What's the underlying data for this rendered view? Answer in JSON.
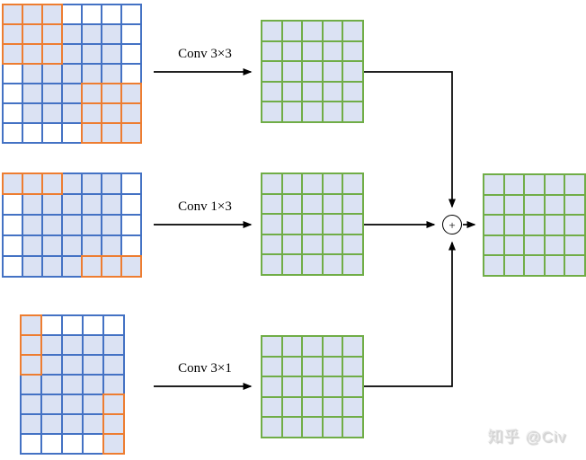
{
  "colors": {
    "blue_border": "#4472c4",
    "orange_highlight": "#ed7d31",
    "green_border": "#70ad47",
    "cell_fill": "#dbe2f3",
    "white_fill": "#ffffff",
    "arrow": "#000000",
    "watermark": "#d9d9d9"
  },
  "labels": {
    "conv_3x3": "Conv 3×3",
    "conv_1x3": "Conv 1×3",
    "conv_3x1": "Conv 3×1",
    "sum_symbol": "+",
    "watermark": "知乎 @Civ"
  },
  "grids": {
    "input_3x3": {
      "rows": 7,
      "cols": 7,
      "border": "blue",
      "pattern": [
        "LLLWWWW",
        "LLLLLLW",
        "LLLLLLW",
        "WLLLLLW",
        "WLLLLLL",
        "WLLLLLL",
        "WWWWLLL"
      ],
      "highlights": [
        {
          "r0": 0,
          "c0": 0,
          "r1": 2,
          "c1": 2
        },
        {
          "r0": 4,
          "c0": 4,
          "r1": 6,
          "c1": 6
        }
      ]
    },
    "input_1x3": {
      "rows": 5,
      "cols": 7,
      "border": "blue",
      "pattern": [
        "LLLLLLW",
        "WLLLLLW",
        "WLLLLLW",
        "WLLLLLW",
        "WLLLLLL"
      ],
      "highlights": [
        {
          "r0": 0,
          "c0": 0,
          "r1": 0,
          "c1": 2
        },
        {
          "r0": 4,
          "c0": 4,
          "r1": 4,
          "c1": 6
        }
      ]
    },
    "input_3x1": {
      "rows": 7,
      "cols": 5,
      "border": "blue",
      "pattern": [
        "LWWWW",
        "LLLLL",
        "LLLLL",
        "LLLLL",
        "LLLLL",
        "LLLLL",
        "WWWWL"
      ],
      "highlights": [
        {
          "r0": 0,
          "c0": 0,
          "r1": 2,
          "c1": 0
        },
        {
          "r0": 4,
          "c0": 4,
          "r1": 6,
          "c1": 4
        }
      ]
    },
    "output_3x3": {
      "rows": 5,
      "cols": 5,
      "border": "green",
      "pattern": [
        "LLLLL",
        "LLLLL",
        "LLLLL",
        "LLLLL",
        "LLLLL"
      ],
      "highlights": []
    },
    "output_1x3": {
      "rows": 5,
      "cols": 5,
      "border": "green",
      "pattern": [
        "LLLLL",
        "LLLLL",
        "LLLLL",
        "LLLLL",
        "LLLLL"
      ],
      "highlights": []
    },
    "output_3x1": {
      "rows": 5,
      "cols": 5,
      "border": "green",
      "pattern": [
        "LLLLL",
        "LLLLL",
        "LLLLL",
        "LLLLL",
        "LLLLL"
      ],
      "highlights": []
    },
    "output_sum": {
      "rows": 5,
      "cols": 5,
      "border": "green",
      "pattern": [
        "LLLLL",
        "LLLLL",
        "LLLLL",
        "LLLLL",
        "LLLLL"
      ],
      "highlights": []
    }
  }
}
